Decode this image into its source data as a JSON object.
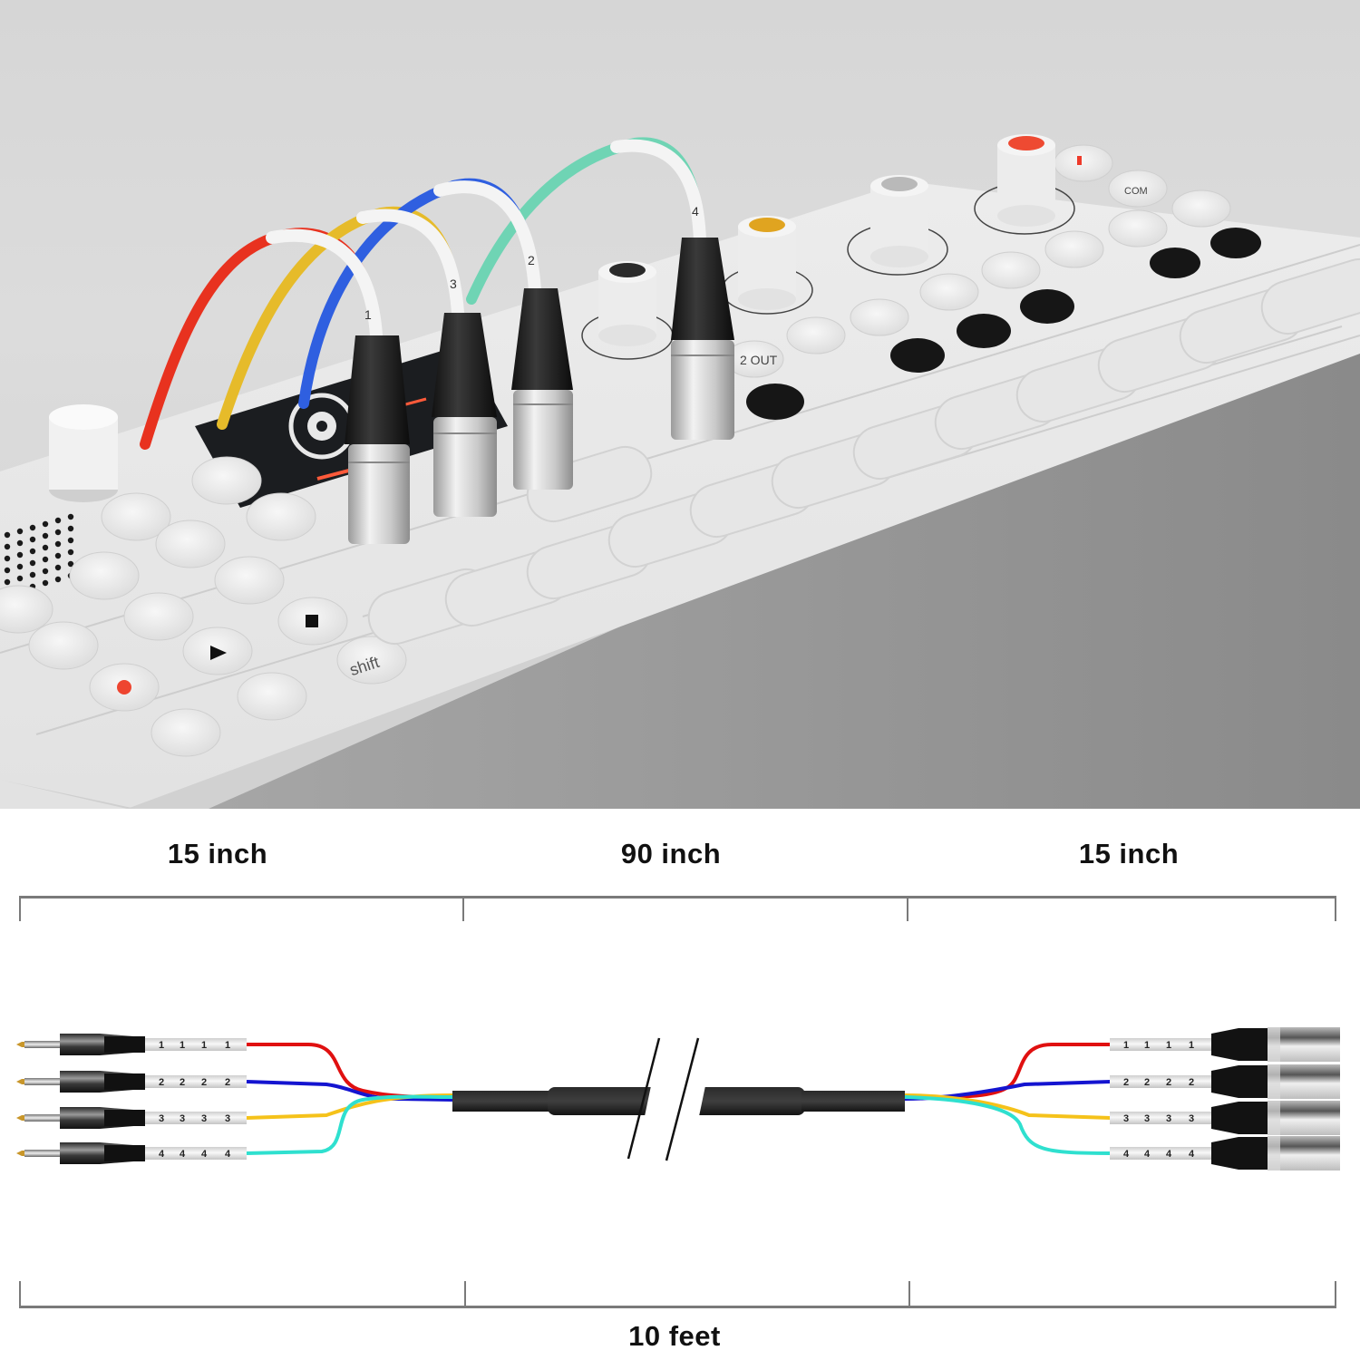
{
  "product_photo": {
    "subject": "white pocket synthesizer with four XLR connectors plugged in",
    "cable_label_numbers": [
      "1",
      "2",
      "3",
      "4"
    ],
    "cable_colors": [
      "#e8321f",
      "#e6bb2a",
      "#2f5fe0",
      "#6fd4b4"
    ],
    "device_keys": {
      "shift_label": "shift",
      "out_label": "2 OUT",
      "com_label": "COM",
      "record_color": "#ee4530"
    },
    "knob_cap_colors": [
      "#2a2a2a",
      "#e0a420",
      "#b9b9b9",
      "#ee4a32"
    ]
  },
  "dimensions": {
    "top_segments": [
      {
        "label": "15 inch"
      },
      {
        "label": "90 inch"
      },
      {
        "label": "15 inch"
      }
    ],
    "total_label": "10 feet"
  },
  "cable_diagram": {
    "left_connector_type": "1/4\" TRS male",
    "right_connector_type": "XLR male",
    "channels": [
      {
        "number": "1",
        "color": "#e01010",
        "marks": [
          "1",
          "1",
          "1",
          "1"
        ]
      },
      {
        "number": "2",
        "color": "#1414d0",
        "marks": [
          "2",
          "2",
          "2",
          "2"
        ]
      },
      {
        "number": "3",
        "color": "#f5c21a",
        "marks": [
          "3",
          "3",
          "3",
          "3"
        ]
      },
      {
        "number": "4",
        "color": "#2fe0cf",
        "marks": [
          "4",
          "4",
          "4",
          "4"
        ]
      }
    ],
    "trunk_color": "#1e1e1e",
    "break_symbol": "//"
  }
}
